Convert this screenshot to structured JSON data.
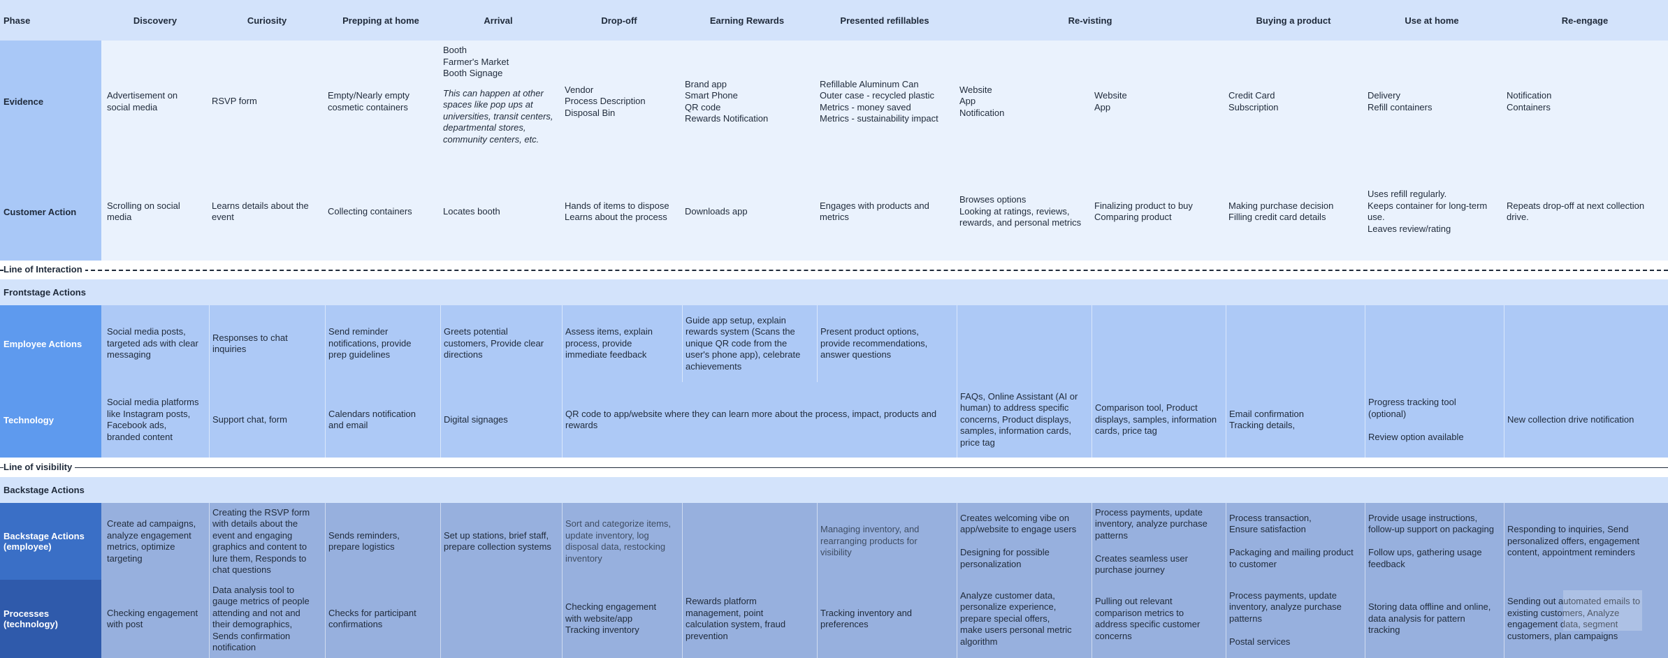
{
  "header": {
    "phase_label": "Phase",
    "phases": [
      "Discovery",
      "Curiosity",
      "Prepping at home",
      "Arrival",
      "Drop-off",
      "Earning Rewards",
      "Presented refillables",
      "Re-visting",
      "Buying a product",
      "Use at home",
      "Re-engage"
    ]
  },
  "rows": {
    "evidence": {
      "label": "Evidence",
      "cells": [
        "Advertisement on social media",
        "RSVP form",
        "Empty/Nearly empty cosmetic containers",
        "Booth\nFarmer's Market\nBooth Signage",
        "Vendor\nProcess Description\nDisposal Bin",
        "Brand app\nSmart Phone\nQR code\nRewards Notification",
        "Refillable Aluminum Can\nOuter case - recycled plastic\nMetrics - money saved\nMetrics - sustainability impact",
        "Website\nApp\nNotification",
        "Website\nApp",
        "Credit Card\nSubscription",
        "Delivery\nRefill containers",
        "Notification\nContainers"
      ],
      "arrival_note": "This can happen at other spaces like pop ups at universities, transit centers, departmental stores, community centers, etc."
    },
    "customer_action": {
      "label": "Customer Action",
      "cells": [
        "Scrolling on social media",
        "Learns details about the event",
        "Collecting containers",
        "Locates booth",
        "Hands of items to dispose\nLearns about the process",
        "Downloads app",
        "Engages with products and metrics",
        "Browses options\nLooking at ratings, reviews, rewards, and personal metrics",
        "Finalizing product to buy\nComparing product",
        "Making purchase decision\nFilling credit card details",
        "Uses refill regularly.\nKeeps container for long-term use.\nLeaves review/rating",
        "Repeats drop-off at next collection drive."
      ]
    },
    "line_of_interaction": "Line of Interaction",
    "frontstage": "Frontstage Actions",
    "employee_actions": {
      "label": "Employee Actions",
      "cells": [
        "Social media posts, targeted ads with clear messaging",
        "Responses to chat inquiries",
        "Send reminder notifications, provide prep guidelines",
        "Greets potential customers, Provide clear directions",
        "Assess items, explain process, provide immediate feedback",
        "Guide app setup, explain rewards system (Scans the unique QR code from the user's phone app), celebrate achievements",
        "Present product options, provide recommendations, answer questions",
        "",
        "",
        "",
        "",
        ""
      ]
    },
    "technology": {
      "label": "Technology",
      "cells": [
        "Social media platforms like Instagram posts, Facebook ads, branded content",
        "Support chat, form",
        "Calendars notification and email",
        "Digital signages",
        "QR code to app/website where they can learn more about the process, impact, products and rewards",
        "FAQs, Online Assistant (AI or human) to address specific concerns, Product displays, samples, information cards, price tag",
        "Comparison tool, Product displays, samples, information cards, price tag",
        "Email confirmation\nTracking details,",
        "Progress tracking tool (optional)\n\nReview option available",
        "New collection drive notification"
      ]
    },
    "line_of_visibility": "Line of visibility",
    "backstage": "Backstage Actions",
    "backstage_employee": {
      "label": "Backstage Actions\n(employee)",
      "cells": [
        "Create ad campaigns, analyze engagement metrics, optimize targeting",
        "Creating the RSVP form with details about the event and engaging graphics and content to lure them, Responds to chat questions",
        "Sends reminders, prepare logistics",
        "Set up stations, brief staff, prepare collection systems",
        "Sort and categorize items, update inventory, log disposal data, restocking inventory",
        "",
        "Managing inventory, and rearranging products for visibility",
        "Creates welcoming vibe on app/website to engage users\n\nDesigning for possible personalization",
        "Process payments, update inventory, analyze purchase patterns\n\nCreates seamless user purchase journey",
        "Process transaction,\nEnsure satisfaction\n\nPackaging and mailing product to customer",
        "Provide usage instructions, follow-up support on packaging\n\nFollow ups, gathering usage feedback",
        "Responding to inquiries, Send personalized offers, engagement content, appointment reminders"
      ]
    },
    "processes": {
      "label": "Processes\n(technology)",
      "cells": [
        "Checking engagement with post",
        "Data analysis tool to gauge metrics of people attending and not and their demographics, Sends confirmation notification",
        "Checks for participant confirmations",
        "",
        "Checking engagement with website/app\nTracking inventory",
        "Rewards platform management, point calculation system, fraud prevention",
        "Tracking inventory and preferences",
        "Analyze customer data, personalize experience, prepare special offers,\nmake users personal metric algorithm",
        "Pulling out relevant comparison metrics to address specific customer concerns",
        "Process payments, update inventory, analyze purchase patterns\n\nPostal services",
        "Storing data offline and online, data analysis for pattern tracking",
        "Sending out automated emails to existing customers, Analyze engagement data, segment customers, plan campaigns"
      ]
    }
  },
  "colors": {
    "header_bg": "#d3e3fb",
    "customer_bg": "#eaf2fd",
    "customer_label_bg": "#a9c8f7",
    "front_bg": "#adc9f6",
    "front_label_bg": "#5e9aee",
    "back_bg": "#97b0de",
    "back_label_bg": "#3a6fc6",
    "proc_label_bg": "#2f5aab",
    "stage_band_bg": "#d3e3fb"
  }
}
